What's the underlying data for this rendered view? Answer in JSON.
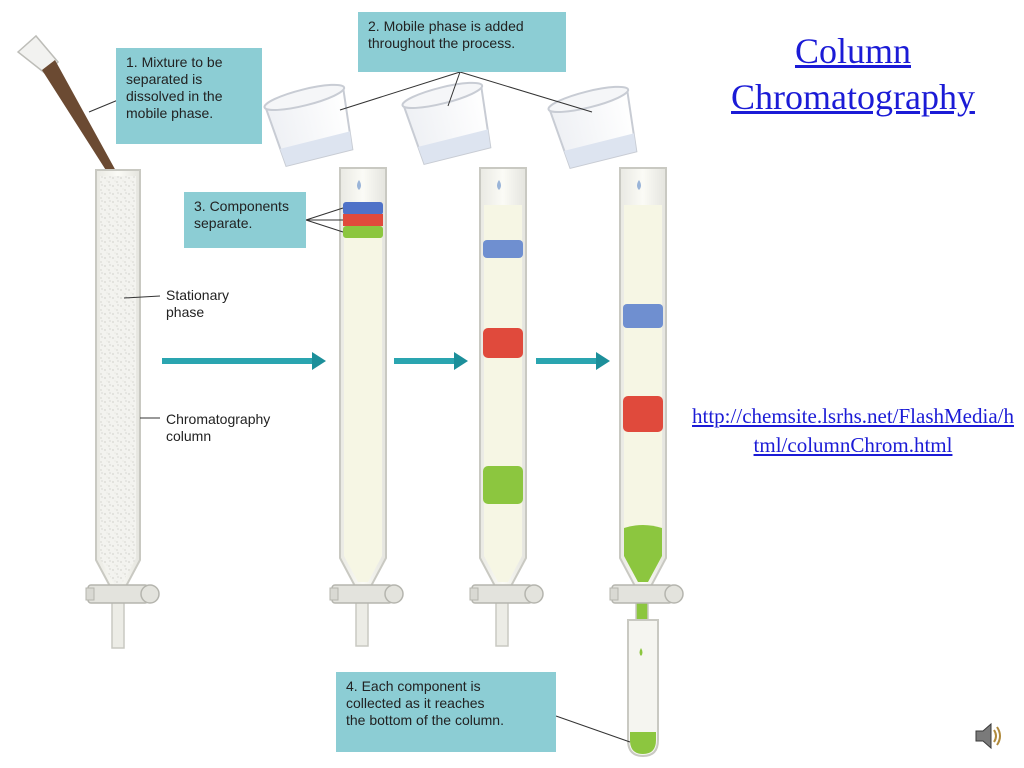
{
  "title": "Column\nChromatography",
  "link": "http://chemsite.lsrhs.net/FlashMedia/html/columnChrom.html",
  "callouts": {
    "step1": "1. Mixture to be\nseparated is\ndissolved in the\nmobile phase.",
    "step2": "2. Mobile phase is added\nthroughout the process.",
    "step3": "3. Components\nseparate.",
    "step4": "4. Each component is\ncollected as it reaches\nthe bottom of the column."
  },
  "labels": {
    "stationary_phase": "Stationary\nphase",
    "chromatography_column": "Chromatography\ncolumn"
  },
  "colors": {
    "callout_bg": "#8ccdd4",
    "link": "#1b1bd6",
    "blue_band": "#6f8fd0",
    "red_band": "#e04a3c",
    "green_band": "#8cc63f",
    "arrow": "#2aa5b0",
    "mixture": "#6b4a32"
  },
  "icons": {
    "speaker": "speaker-icon"
  }
}
